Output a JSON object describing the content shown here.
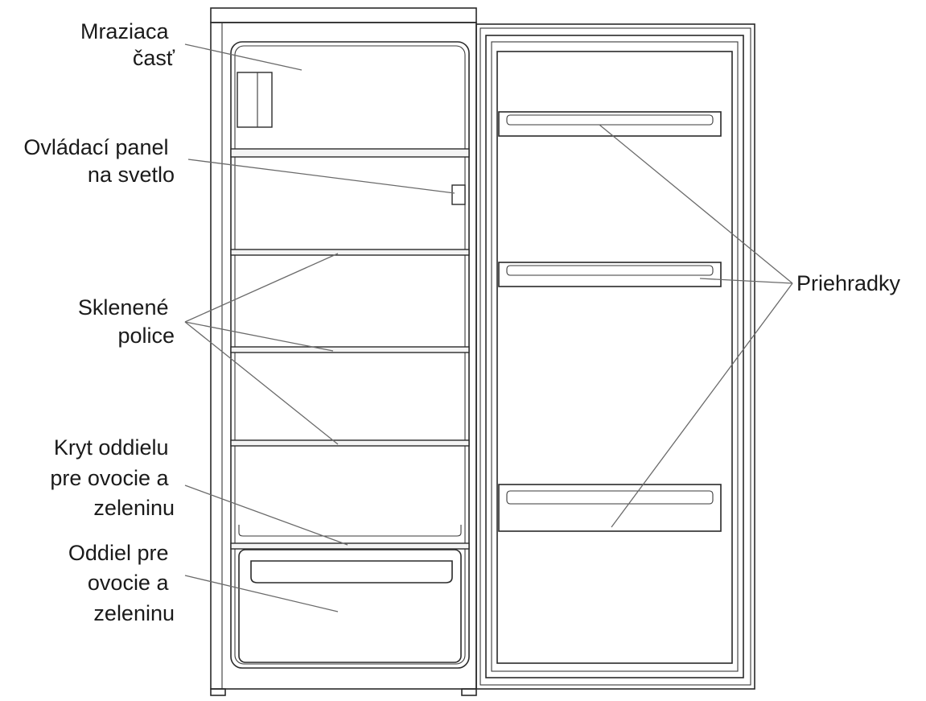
{
  "labels": {
    "freezer": [
      "Mraziaca",
      "časť"
    ],
    "control_panel": [
      "Ovládací panel",
      "na svetlo"
    ],
    "glass_shelves": [
      "Sklenené",
      "police"
    ],
    "crisper_cover": [
      "Kryt oddielu",
      "pre ovocie a",
      "zeleninu"
    ],
    "crisper": [
      "Oddiel pre",
      "ovocie a",
      "zeleninu"
    ],
    "door_bins": [
      "Priehradky"
    ]
  },
  "colors": {
    "line": "#2a2a2a",
    "leader": "#6a6a6a",
    "text": "#1a1a1a",
    "background": "#ffffff"
  }
}
